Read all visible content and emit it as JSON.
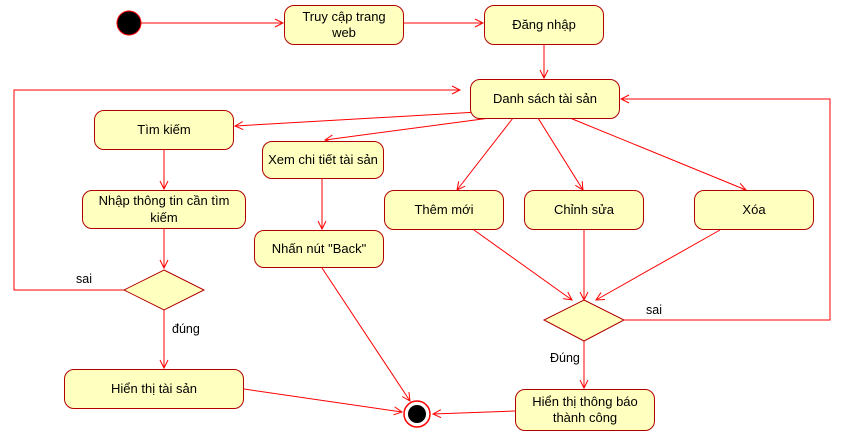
{
  "diagram": {
    "colors": {
      "node_fill": "#ffffc0",
      "node_border": "#b20000",
      "edge": "#ff0000",
      "start_fill": "#000000"
    },
    "nodes": {
      "access_web": "Truy cập trang web",
      "login": "Đăng nhập",
      "asset_list": "Danh sách tài sản",
      "search": "Tìm kiếm",
      "view_detail": "Xem chi tiết tài sản",
      "enter_search_info": "Nhập thông tin cần tìm kiếm",
      "press_back": "Nhấn nút \"Back\"",
      "add_new": "Thêm mới",
      "edit": "Chỉnh sửa",
      "delete": "Xóa",
      "show_assets": "Hiển thị tài sản",
      "show_success": "Hiển thị thông báo thành công"
    },
    "edge_labels": {
      "search_false": "sai",
      "search_true": "đúng",
      "crud_false": "sai",
      "crud_true": "Đúng"
    }
  }
}
